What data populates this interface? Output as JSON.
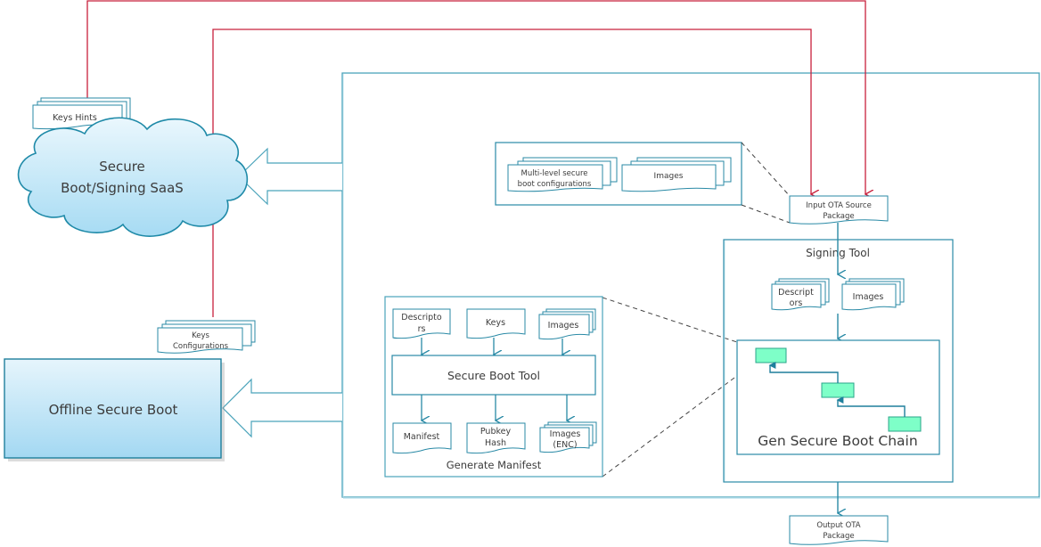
{
  "colors": {
    "teal": "#2a8aa6",
    "teal_light": "#9fd4e4",
    "red": "#c8203c",
    "green_block": "#7effc8",
    "cloud_top": "#e8f6fc",
    "cloud_bottom": "#a7dcf3",
    "dash": "#444444"
  },
  "saas": {
    "cloud_label_line1": "Secure",
    "cloud_label_line2": "Boot/Signing SaaS",
    "keys_hints": "Keys Hints"
  },
  "offline": {
    "box_label": "Offline Secure Boot",
    "keys_config_line1": "Keys",
    "keys_config_line2": "Configurations"
  },
  "source_group": {
    "multi_level_line1": "Multi-level secure",
    "multi_level_line2": "boot configurations",
    "images": "Images"
  },
  "input_package": {
    "line1": "Input OTA Source",
    "line2": "Package"
  },
  "signing_tool": {
    "title": "Signing Tool",
    "descriptors_line1": "Descript",
    "descriptors_line2": "ors",
    "images": "Images"
  },
  "gen_chain": {
    "title": "Gen Secure Boot Chain"
  },
  "generate_manifest": {
    "title": "Generate Manifest",
    "descriptors_line1": "Descripto",
    "descriptors_line2": "rs",
    "keys": "Keys",
    "images": "Images",
    "tool": "Secure Boot Tool",
    "manifest": "Manifest",
    "pubkey_line1": "Pubkey",
    "pubkey_line2": "Hash",
    "images_enc_line1": "Images",
    "images_enc_line2": "(ENC)"
  },
  "output_package": {
    "line1": "Output OTA",
    "line2": "Package"
  }
}
